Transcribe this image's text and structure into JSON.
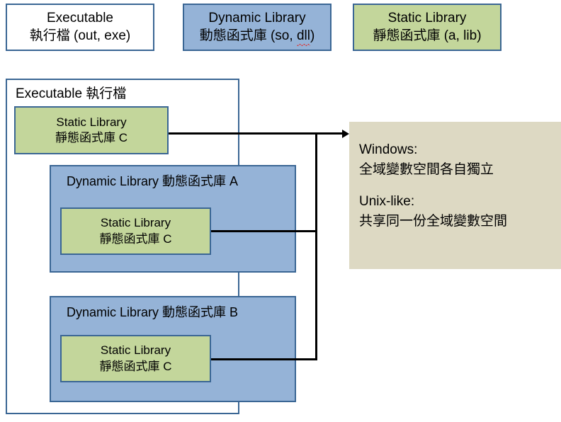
{
  "diagram": {
    "title": "Executable / Dynamic Library / Static Library linkage diagram",
    "colors": {
      "executable_fill": "#ffffff",
      "dynamic_library_fill": "#95b3d7",
      "static_library_fill": "#c3d69b",
      "note_panel_fill": "#ddd9c3",
      "border": "#3a6694",
      "connector": "#000000",
      "spellcheck_underline": "#e03030"
    }
  },
  "legend": {
    "executable": {
      "line1": "Executable",
      "line2": "執行檔 (out, exe)"
    },
    "dynamic_library": {
      "line1": "Dynamic Library",
      "line2_prefix": "動態函式庫 (so, ",
      "line2_misspelled": "dll",
      "line2_suffix": ")"
    },
    "static_library": {
      "line1": "Static Library",
      "line2": "靜態函式庫  (a, lib)"
    }
  },
  "executable_container": {
    "title": "Executable 執行檔",
    "static_library": {
      "line1": "Static Library",
      "line2": "靜態函式庫 C"
    }
  },
  "dynamic_library_a": {
    "title": "Dynamic Library 動態函式庫 A",
    "static_library": {
      "line1": "Static Library",
      "line2": "靜態函式庫 C"
    }
  },
  "dynamic_library_b": {
    "title": "Dynamic Library 動態函式庫 B",
    "static_library": {
      "line1": "Static Library",
      "line2": "靜態函式庫 C"
    }
  },
  "note_panel": {
    "windows_heading": "Windows:",
    "windows_text": "全域變數空間各自獨立",
    "unix_heading": "Unix-like:",
    "unix_text": "共享同一份全域變數空間"
  }
}
